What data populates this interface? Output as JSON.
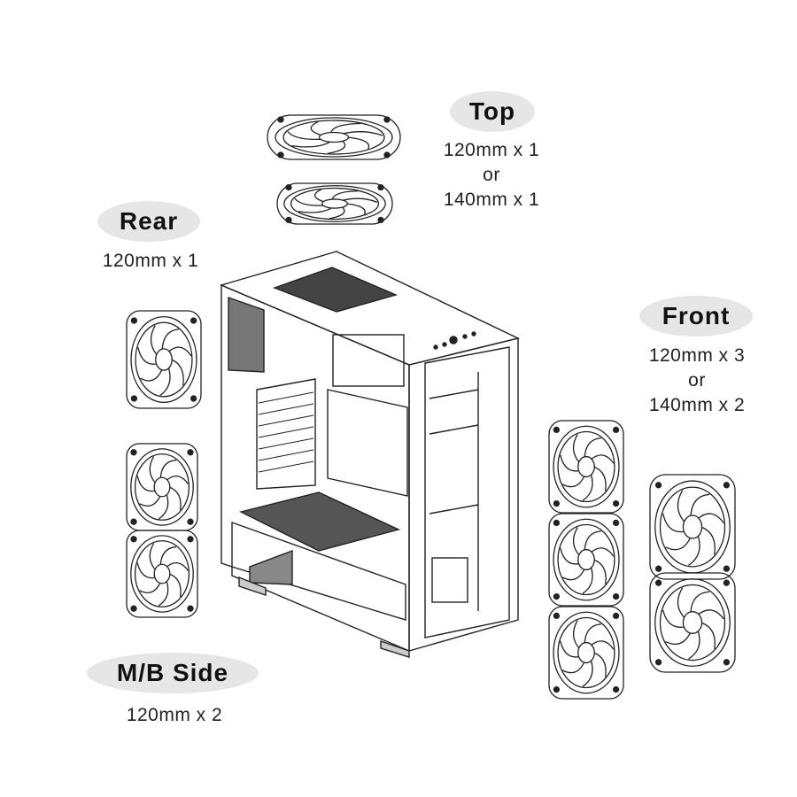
{
  "labels": {
    "top": {
      "title": "Top",
      "line1": "120mm x 1",
      "line2": "or",
      "line3": "140mm x 1"
    },
    "rear": {
      "title": "Rear",
      "line1": "120mm x 1"
    },
    "front": {
      "title": "Front",
      "line1": "120mm x 3",
      "line2": "or",
      "line3": "140mm x 2"
    },
    "mb_side": {
      "title": "M/B Side",
      "line1": "120mm x 2"
    }
  },
  "colors": {
    "pill": "#e6e6e6",
    "line": "#222222"
  }
}
